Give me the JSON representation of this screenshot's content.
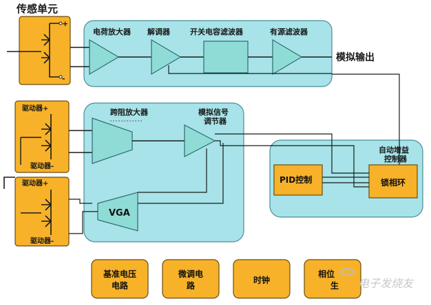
{
  "colors": {
    "cyan_panel": "#a7e3e8",
    "cyan_shape": "#8fdcd6",
    "orange": "#f7b229",
    "line": "#1a1a1a"
  },
  "sensor_title": "传感单元",
  "sensor_pins": {
    "top": "+",
    "bottom": "-"
  },
  "drive_units": [
    {
      "top_label": "驱动器+",
      "bottom_label": "驱动器-"
    },
    {
      "top_label": "驱动器+",
      "bottom_label": "驱动器-"
    }
  ],
  "top_chain": {
    "charge_amp": "电荷放大器",
    "demodulator": "解调器",
    "switched_cap_filter": "开关电容滤波器",
    "active_filter": "有源滤波器"
  },
  "analog_output": "模拟输出",
  "middle_chain": {
    "tia": "跨阻放大器",
    "signal_conditioner_line1": "模拟信号",
    "signal_conditioner_line2": "调节器",
    "vga": "VGA"
  },
  "agc_block": {
    "title_line1": "自动增益",
    "title_line2": "控制器",
    "pid": "PID控制",
    "pll": "锁相环"
  },
  "bottom_blocks": [
    {
      "line1": "基准电压",
      "line2": "电路"
    },
    {
      "line1": "微调电",
      "line2": "路"
    },
    {
      "line1": "时钟",
      "line2": ""
    },
    {
      "line1": "相位",
      "line2": "生"
    }
  ],
  "watermark": "电子发烧友"
}
